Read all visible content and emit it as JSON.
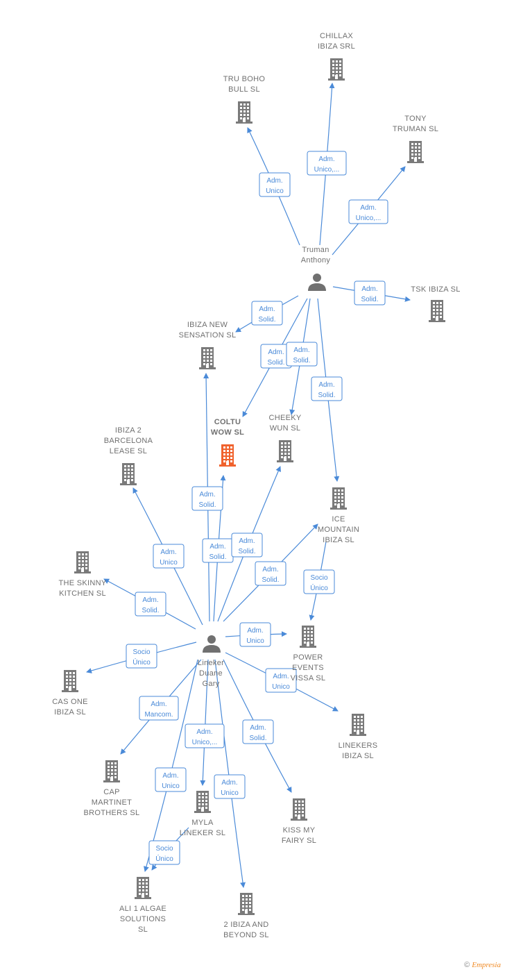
{
  "colors": {
    "edge": "#4a8ad8",
    "building": "#7a7a7a",
    "focus_building": "#f0622d",
    "person": "#707070",
    "label": "#707070"
  },
  "footer": {
    "copyright": "©",
    "brand": "Empresia"
  },
  "persons": [
    {
      "id": "truman",
      "lines": [
        "Truman",
        "Anthony"
      ]
    },
    {
      "id": "lineker",
      "lines": [
        "Lineker",
        "Duane",
        "Gary"
      ]
    }
  ],
  "companies": [
    {
      "id": "chillax",
      "lines": [
        "CHILLAX",
        "IBIZA SRL"
      ]
    },
    {
      "id": "truboho",
      "lines": [
        "TRU BOHO",
        "BULL SL"
      ]
    },
    {
      "id": "tony",
      "lines": [
        "TONY",
        "TRUMAN SL"
      ]
    },
    {
      "id": "tsk",
      "lines": [
        "TSK IBIZA SL"
      ]
    },
    {
      "id": "ibizanew",
      "lines": [
        "IBIZA NEW",
        "SENSATION SL"
      ]
    },
    {
      "id": "coltu",
      "lines": [
        "COLTU",
        "WOW SL"
      ],
      "focus": true
    },
    {
      "id": "cheeky",
      "lines": [
        "CHEEKY",
        "WUN SL"
      ]
    },
    {
      "id": "ibiza2",
      "lines": [
        "IBIZA 2",
        "BARCELONA",
        "LEASE SL"
      ]
    },
    {
      "id": "icemountain",
      "lines": [
        "ICE",
        "MOUNTAIN",
        "IBIZA SL"
      ]
    },
    {
      "id": "skinny",
      "lines": [
        "THE SKINNY",
        "KITCHEN SL"
      ]
    },
    {
      "id": "power",
      "lines": [
        "POWER",
        "EVENTS",
        "VISSA SL"
      ]
    },
    {
      "id": "casone",
      "lines": [
        "CAS ONE",
        "IBIZA SL"
      ]
    },
    {
      "id": "linekers",
      "lines": [
        "LINEKERS",
        "IBIZA SL"
      ]
    },
    {
      "id": "cap",
      "lines": [
        "CAP",
        "MARTINET",
        "BROTHERS SL"
      ]
    },
    {
      "id": "myla",
      "lines": [
        "MYLA",
        "LINEKER SL"
      ]
    },
    {
      "id": "kiss",
      "lines": [
        "KISS MY",
        "FAIRY SL"
      ]
    },
    {
      "id": "ali",
      "lines": [
        "ALI 1 ALGAE",
        "SOLUTIONS",
        "SL"
      ]
    },
    {
      "id": "beyond",
      "lines": [
        "2 IBIZA AND",
        "BEYOND SL"
      ]
    }
  ],
  "edges": [
    {
      "from": "truman",
      "to": "chillax",
      "label": [
        "Adm.",
        "Unico,..."
      ]
    },
    {
      "from": "truman",
      "to": "truboho",
      "label": [
        "Adm.",
        "Unico"
      ]
    },
    {
      "from": "truman",
      "to": "tony",
      "label": [
        "Adm.",
        "Unico,..."
      ]
    },
    {
      "from": "truman",
      "to": "tsk",
      "label": [
        "Adm.",
        "Solid."
      ]
    },
    {
      "from": "truman",
      "to": "ibizanew",
      "label": [
        "Adm.",
        "Solid."
      ]
    },
    {
      "from": "truman",
      "to": "coltu",
      "label": [
        "Adm.",
        "Solid."
      ]
    },
    {
      "from": "truman",
      "to": "cheeky",
      "label": [
        "Adm.",
        "Solid."
      ]
    },
    {
      "from": "truman",
      "to": "icemountain",
      "label": [
        "Adm.",
        "Solid."
      ]
    },
    {
      "from": "lineker",
      "to": "ibizanew",
      "label": [
        "Adm.",
        "Solid."
      ]
    },
    {
      "from": "lineker",
      "to": "coltu",
      "label": [
        "Adm.",
        "Solid."
      ]
    },
    {
      "from": "lineker",
      "to": "cheeky",
      "label": [
        "Adm.",
        "Solid."
      ]
    },
    {
      "from": "lineker",
      "to": "ibiza2",
      "label": [
        "Adm.",
        "Unico"
      ]
    },
    {
      "from": "lineker",
      "to": "icemountain",
      "label": [
        "Adm.",
        "Solid."
      ]
    },
    {
      "from": "lineker",
      "to": "skinny",
      "label": [
        "Adm.",
        "Solid."
      ]
    },
    {
      "from": "lineker",
      "to": "power",
      "label": [
        "Adm.",
        "Unico"
      ]
    },
    {
      "from": "icemountain",
      "to": "power",
      "label": [
        "Socio",
        "Único"
      ]
    },
    {
      "from": "lineker",
      "to": "casone",
      "label": [
        "Socio",
        "Único"
      ]
    },
    {
      "from": "lineker",
      "to": "linekers",
      "label": [
        "Adm.",
        "Unico"
      ]
    },
    {
      "from": "lineker",
      "to": "cap",
      "label": [
        "Adm.",
        "Mancom."
      ]
    },
    {
      "from": "lineker",
      "to": "myla",
      "label": [
        "Adm.",
        "Unico,..."
      ]
    },
    {
      "from": "lineker",
      "to": "kiss",
      "label": [
        "Adm.",
        "Solid."
      ]
    },
    {
      "from": "lineker",
      "to": "ali",
      "label": [
        "Adm.",
        "Unico"
      ]
    },
    {
      "from": "myla",
      "to": "ali",
      "label": [
        "Socio",
        "Único"
      ]
    },
    {
      "from": "lineker",
      "to": "beyond",
      "label": [
        "Adm.",
        "Unico"
      ]
    }
  ]
}
